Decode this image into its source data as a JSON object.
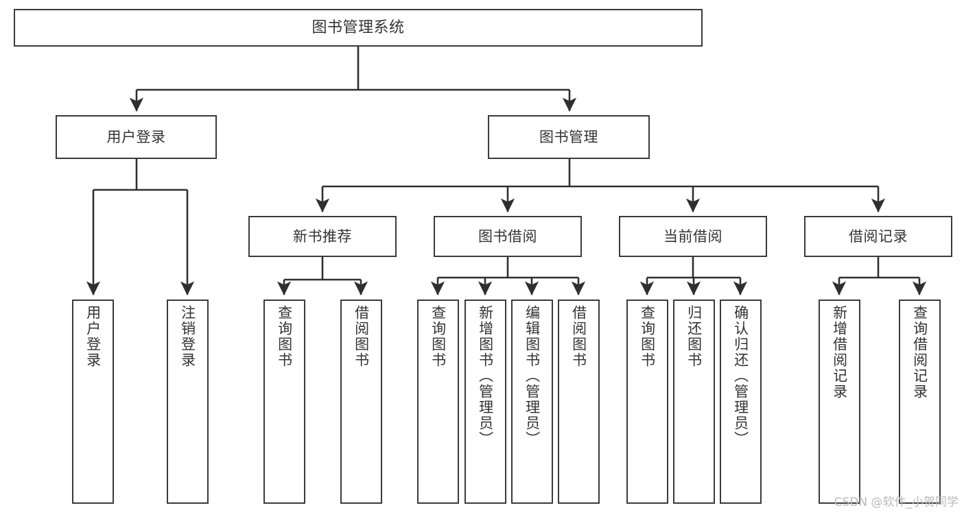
{
  "diagram": {
    "title": "图书管理系统",
    "type": "tree-hierarchy-diagram",
    "root": {
      "id": "root",
      "label": "图书管理系统"
    },
    "level2": [
      {
        "id": "user-login",
        "label": "用户登录"
      },
      {
        "id": "book-manage",
        "label": "图书管理"
      }
    ],
    "level3": [
      {
        "id": "new-book-recommend",
        "label": "新书推荐"
      },
      {
        "id": "book-borrow",
        "label": "图书借阅"
      },
      {
        "id": "current-borrow",
        "label": "当前借阅"
      },
      {
        "id": "borrow-record",
        "label": "借阅记录"
      }
    ],
    "leaves": {
      "user-login": [
        {
          "id": "leaf-user-login",
          "label": "用户登录"
        },
        {
          "id": "leaf-user-logout",
          "label": "注销登录"
        }
      ],
      "new-book-recommend": [
        {
          "id": "leaf-query-book-1",
          "label": "查询图书"
        },
        {
          "id": "leaf-borrow-book-1",
          "label": "借阅图书"
        }
      ],
      "book-borrow": [
        {
          "id": "leaf-query-book-2",
          "label": "查询图书"
        },
        {
          "id": "leaf-add-book",
          "label": "新增图书（管理员）"
        },
        {
          "id": "leaf-edit-book",
          "label": "编辑图书（管理员）"
        },
        {
          "id": "leaf-borrow-book-2",
          "label": "借阅图书"
        }
      ],
      "current-borrow": [
        {
          "id": "leaf-query-book-3",
          "label": "查询图书"
        },
        {
          "id": "leaf-return-book",
          "label": "归还图书"
        },
        {
          "id": "leaf-confirm-return",
          "label": "确认归还（管理员）"
        }
      ],
      "borrow-record": [
        {
          "id": "leaf-add-record",
          "label": "新增借阅记录"
        },
        {
          "id": "leaf-query-record",
          "label": "查询借阅记录"
        }
      ]
    }
  },
  "watermark": {
    "text": "CSDN @软件_小贺同学"
  },
  "colors": {
    "border": "#3a3a3a",
    "text": "#333333",
    "background": "#ffffff",
    "connector": "#2f2f2f",
    "watermark": "#b9b9b9"
  }
}
